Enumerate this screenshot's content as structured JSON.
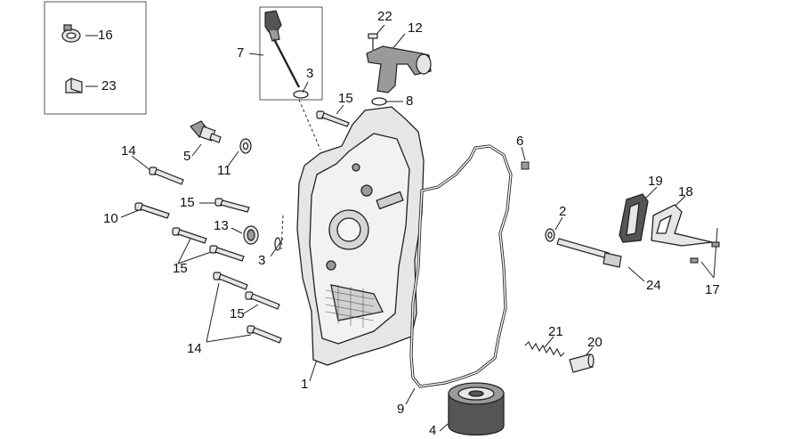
{
  "callouts": {
    "c1": "1",
    "c2": "2",
    "c3a": "3",
    "c3b": "3",
    "c4": "4",
    "c5": "5",
    "c6": "6",
    "c7": "7",
    "c8": "8",
    "c9": "9",
    "c10": "10",
    "c11": "11",
    "c12": "12",
    "c13": "13",
    "c14a": "14",
    "c14b": "14",
    "c15a": "15",
    "c15b": "15",
    "c15c": "15",
    "c15d": "15",
    "c16": "16",
    "c17": "17",
    "c18": "18",
    "c19": "19",
    "c20": "20",
    "c21": "21",
    "c22": "22",
    "c23": "23",
    "c24": "24"
  },
  "colors": {
    "line": "#222222",
    "part_fill": "#e6e6e6",
    "part_dark": "#9a9a9a",
    "inset_border": "#555555"
  }
}
